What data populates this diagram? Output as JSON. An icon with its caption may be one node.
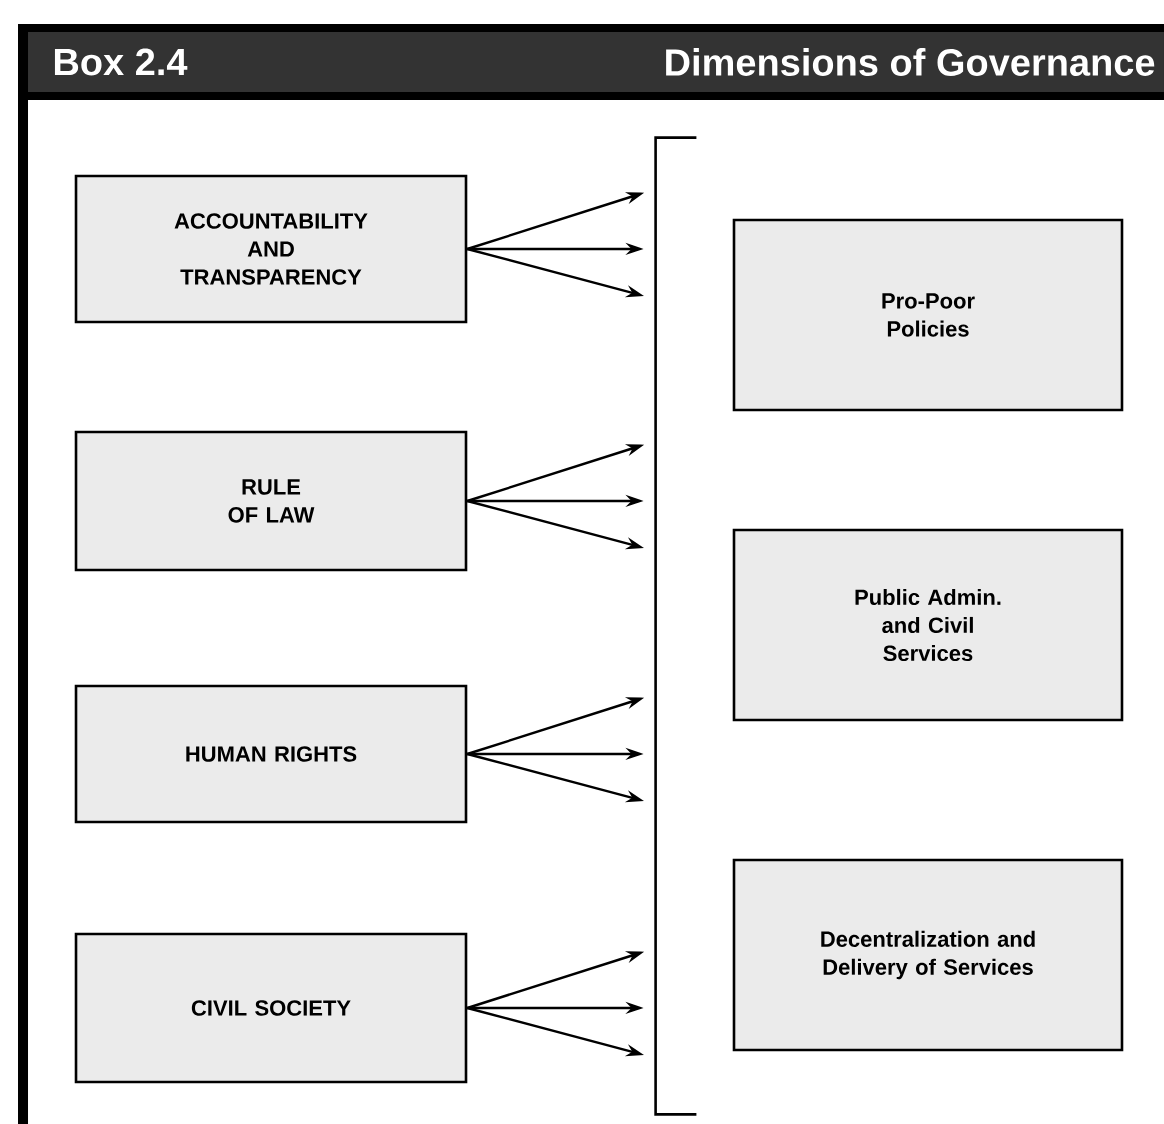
{
  "diagram": {
    "title": "Dimensions of Governance",
    "labels": [
      "Box 2.4"
    ],
    "nodes": [
      {
        "text": [
          "ACCOUNTABILITY AND TRANSPARENCY"
        ]
      },
      {
        "text": [
          "RULE OF LAW"
        ]
      },
      {
        "text": [
          "HUMAN RIGHTS"
        ]
      },
      {
        "text": [
          "CIVIL SOCIETY"
        ]
      },
      {
        "text": [
          "Pro-Poor Policies"
        ]
      },
      {
        "text": [
          "Public Admin. and Civil Services"
        ]
      },
      {
        "text": [
          "Decentralization and Delivery of Services"
        ]
      },
      {
        "text": [],
        "shape": "bracket"
      }
    ],
    "edges": [
      {
        "from": 0,
        "to": 7,
        "arrow": "to"
      },
      {
        "from": 0,
        "to": 7,
        "arrow": "to"
      },
      {
        "from": 0,
        "to": 7,
        "arrow": "to"
      },
      {
        "from": 1,
        "to": 7,
        "arrow": "to"
      },
      {
        "from": 1,
        "to": 7,
        "arrow": "to"
      },
      {
        "from": 1,
        "to": 7,
        "arrow": "to"
      },
      {
        "from": 2,
        "to": 7,
        "arrow": "to"
      },
      {
        "from": 2,
        "to": 7,
        "arrow": "to"
      },
      {
        "from": 2,
        "to": 7,
        "arrow": "to"
      },
      {
        "from": 3,
        "to": 7,
        "arrow": "to"
      },
      {
        "from": 3,
        "to": 7,
        "arrow": "to"
      },
      {
        "from": 3,
        "to": 7,
        "arrow": "to"
      }
    ]
  }
}
